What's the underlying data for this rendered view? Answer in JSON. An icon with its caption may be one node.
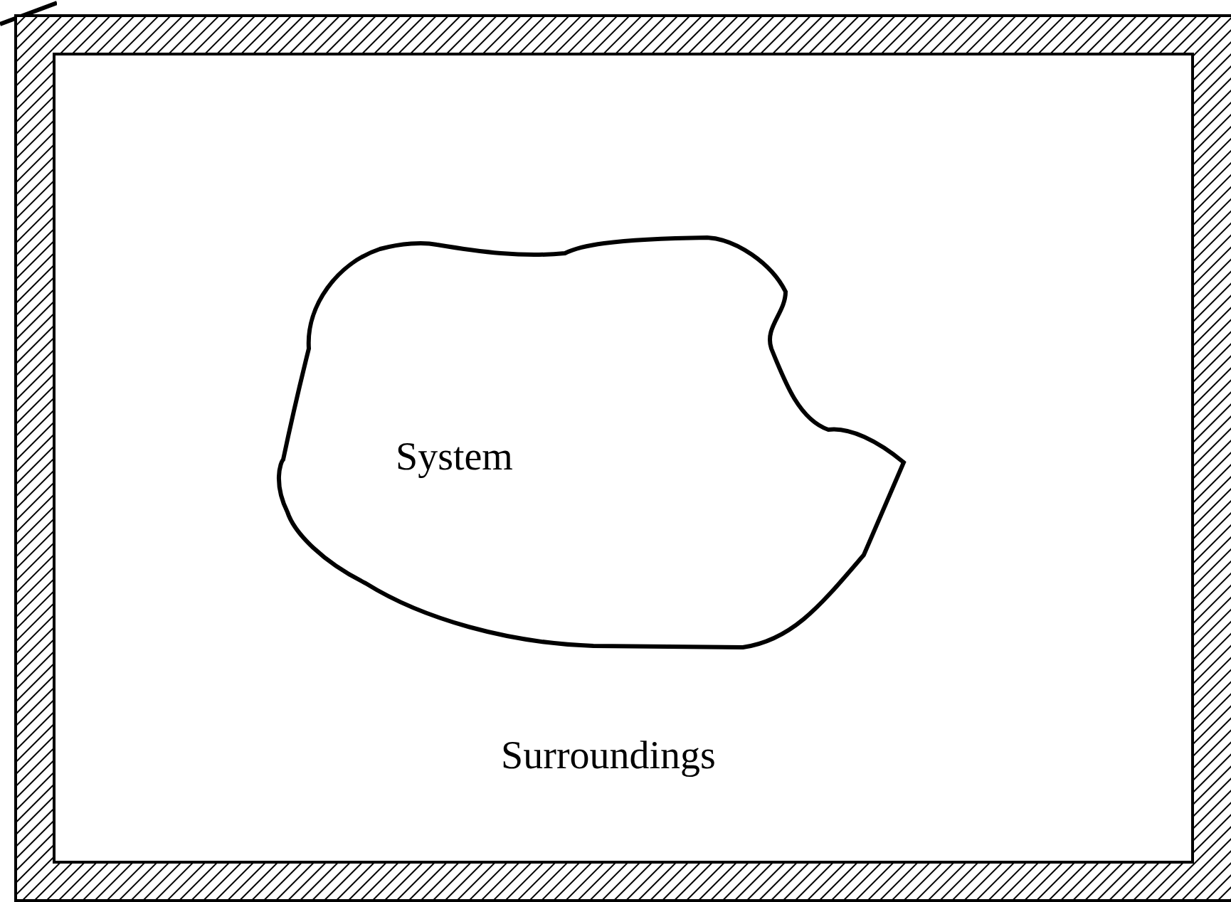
{
  "diagram": {
    "nodes": [
      {
        "text": [
          "Surroundings"
        ]
      },
      {
        "text": [
          "System"
        ],
        "in": 0
      }
    ]
  }
}
